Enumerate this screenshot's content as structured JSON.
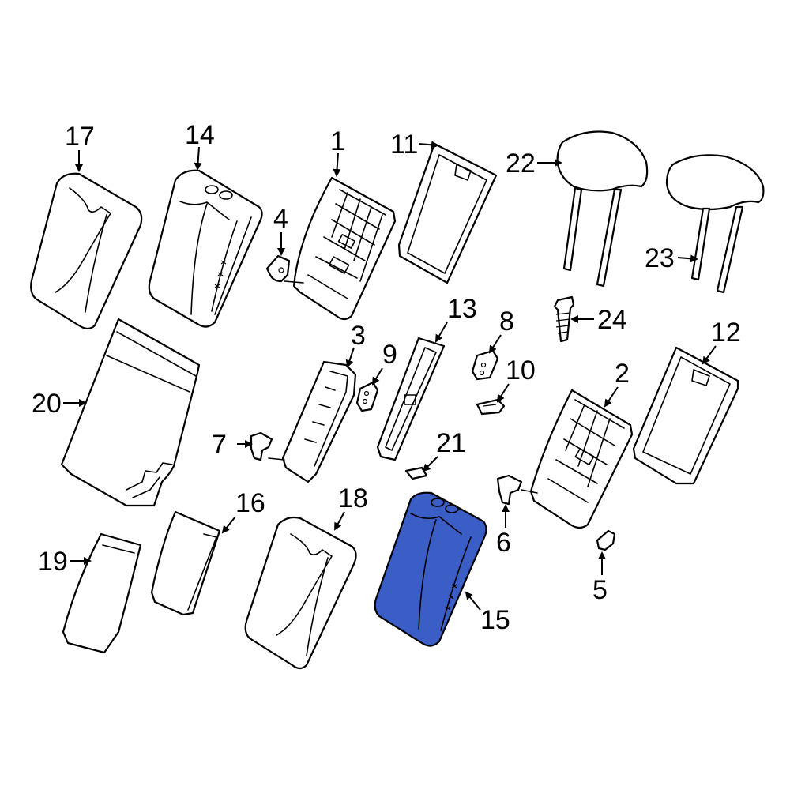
{
  "diagram": {
    "highlight_color": "#3a5dc6",
    "callouts": {
      "c1": "1",
      "c2": "2",
      "c3": "3",
      "c4": "4",
      "c5": "5",
      "c6": "6",
      "c7": "7",
      "c8": "8",
      "c9": "9",
      "c10": "10",
      "c11": "11",
      "c12": "12",
      "c13": "13",
      "c14": "14",
      "c15": "15",
      "c16": "16",
      "c17": "17",
      "c18": "18",
      "c19": "19",
      "c20": "20",
      "c21": "21",
      "c22": "22",
      "c23": "23",
      "c24": "24"
    }
  }
}
